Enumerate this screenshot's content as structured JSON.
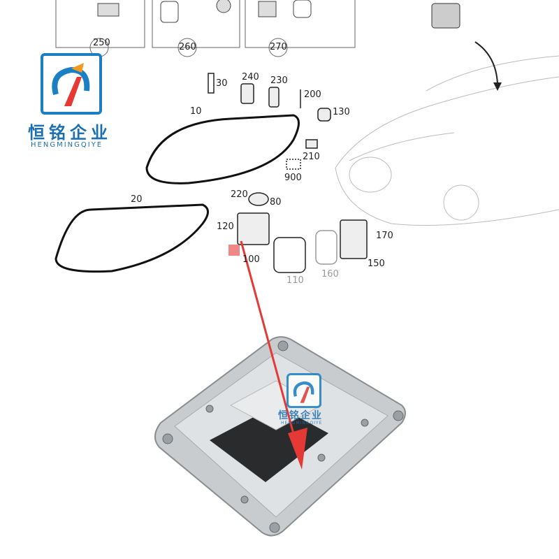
{
  "diagram": {
    "group_labels": [
      "250",
      "260",
      "270"
    ],
    "part_labels": [
      {
        "id": "30",
        "text": "30"
      },
      {
        "id": "240",
        "text": "240"
      },
      {
        "id": "230",
        "text": "230"
      },
      {
        "id": "200",
        "text": "200"
      },
      {
        "id": "10",
        "text": "10"
      },
      {
        "id": "130",
        "text": "130"
      },
      {
        "id": "210",
        "text": "210"
      },
      {
        "id": "900",
        "text": "900"
      },
      {
        "id": "20",
        "text": "20"
      },
      {
        "id": "220",
        "text": "220"
      },
      {
        "id": "80",
        "text": "80"
      },
      {
        "id": "120",
        "text": "120"
      },
      {
        "id": "100",
        "text": "100"
      },
      {
        "id": "170",
        "text": "170"
      },
      {
        "id": "150",
        "text": "150"
      },
      {
        "id": "110",
        "text": "110"
      },
      {
        "id": "160",
        "text": "160"
      }
    ],
    "highlight_color": "#e53935",
    "arrow_color": "#e53935"
  },
  "watermark": {
    "chinese": "恒铭企业",
    "english": "HENGMINGQIYE",
    "brand_color": "#1b7fc4",
    "accent_color": "#f39a1e"
  }
}
